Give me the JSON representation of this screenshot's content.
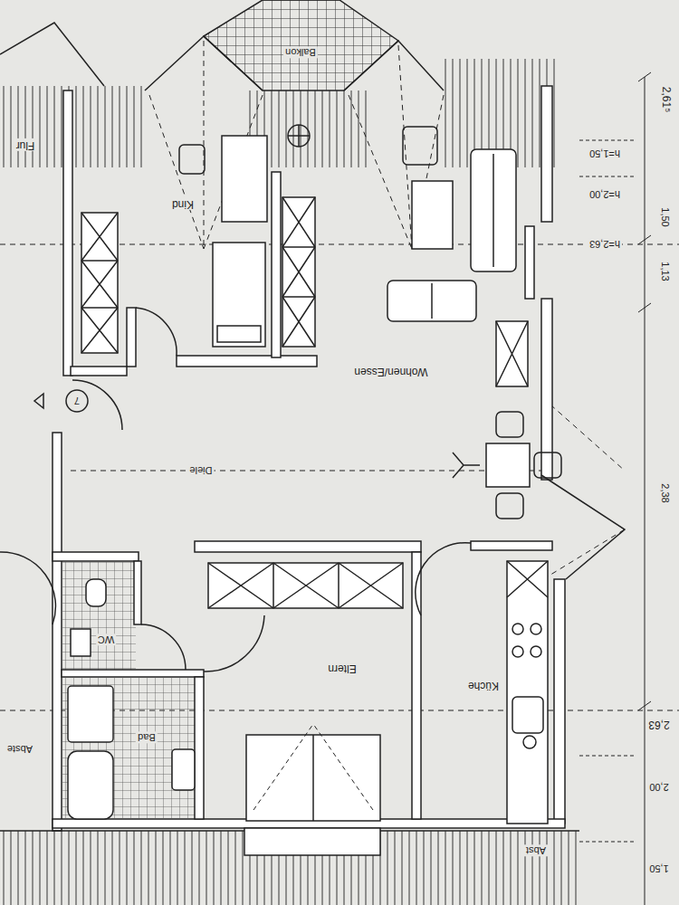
{
  "diagram": {
    "labels": [
      "Balkon",
      "Flur",
      "Kind",
      "Wohnen/Essen",
      "Diele",
      "7",
      "WC",
      "Bad",
      "Eltern",
      "Küche",
      "Abste",
      "Abst",
      "2,61⁵",
      "h=1,50",
      "h=2,00",
      "h=2,63",
      "1,50",
      "1,13",
      "2,38",
      "2,63",
      "2,00",
      "1,50"
    ]
  }
}
